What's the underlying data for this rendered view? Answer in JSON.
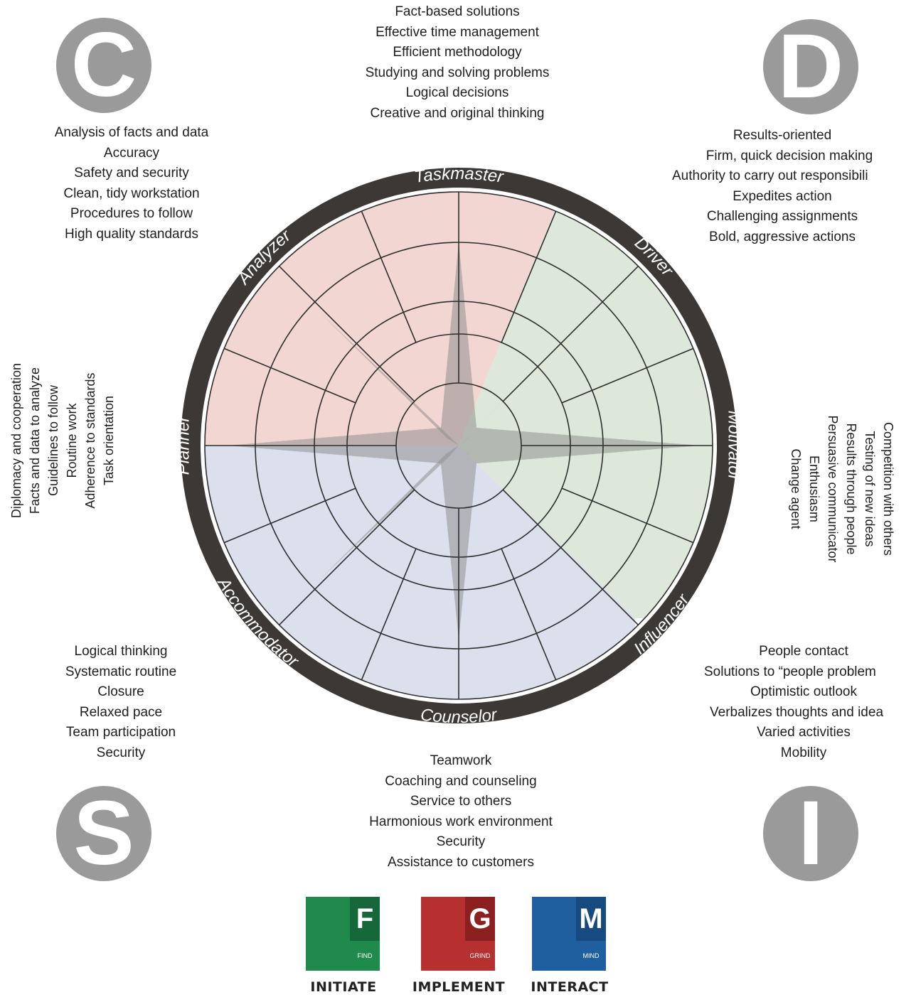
{
  "top_traits": [
    "Fact-based solutions",
    "Effective time management",
    "Efficient methodology",
    "Studying and solving problems",
    "Logical decisions",
    "Creative and original thinking"
  ],
  "c_traits": [
    "Analysis of facts and data",
    "Accuracy",
    "Safety and security",
    "Clean, tidy workstation",
    "Procedures to follow",
    "High quality standards"
  ],
  "d_traits": [
    "Results-oriented",
    "Firm, quick decision making",
    "Authority to carry out responsibili",
    "Expedites action",
    "Challenging assignments",
    "Bold, aggressive actions"
  ],
  "planner_traits": [
    "Diplomacy and cooperation",
    "Facts and data to analyze",
    "Guidelines to follow",
    "Routine work",
    "Adherence to standards",
    "Task orientation"
  ],
  "motivator_traits": [
    "Competition with others",
    "Testing of new ideas",
    "Results through people",
    "Persuasive communicator",
    "Enthusiasm",
    "Change agent"
  ],
  "s_traits": [
    "Logical thinking",
    "Systematic routine",
    "Closure",
    "Relaxed pace",
    "Team participation",
    "Security"
  ],
  "i_traits": [
    "People contact",
    "Solutions to “people problem",
    "Optimistic outlook",
    "Verbalizes thoughts and idea",
    "Varied activities",
    "Mobility"
  ],
  "bottom_traits": [
    "Teamwork",
    "Coaching and counseling",
    "Service to others",
    "Harmonious work environment",
    "Security",
    "Assistance to customers"
  ],
  "corner_letters": {
    "c": "C",
    "d": "D",
    "s": "S",
    "i": "I"
  },
  "ring_labels": {
    "taskmaster": "Taskmaster",
    "driver": "Driver",
    "motivator": "Motivator",
    "influencer": "Influencer",
    "counselor": "Counselor",
    "accommodator": "Accommodator",
    "planner": "Planner",
    "analyzer": "Analyzer"
  },
  "logos": [
    {
      "letter": "F",
      "small": "FIND",
      "label": "INITIATE",
      "color": "#1f8a4c",
      "dark": "#16683a"
    },
    {
      "letter": "G",
      "small": "GRIND",
      "label": "IMPLEMENT",
      "color": "#b5302e",
      "dark": "#8c1f1f"
    },
    {
      "letter": "M",
      "small": "MIND",
      "label": "INTERACT",
      "color": "#1f5fa0",
      "dark": "#174a7e"
    }
  ],
  "colors": {
    "ring": "#3b3836",
    "c_quadrant": "#f1d6d1",
    "d_quadrant": "#dde8da",
    "s_quadrant": "#dcdfec",
    "letter_circle": "#9a9a9a"
  }
}
